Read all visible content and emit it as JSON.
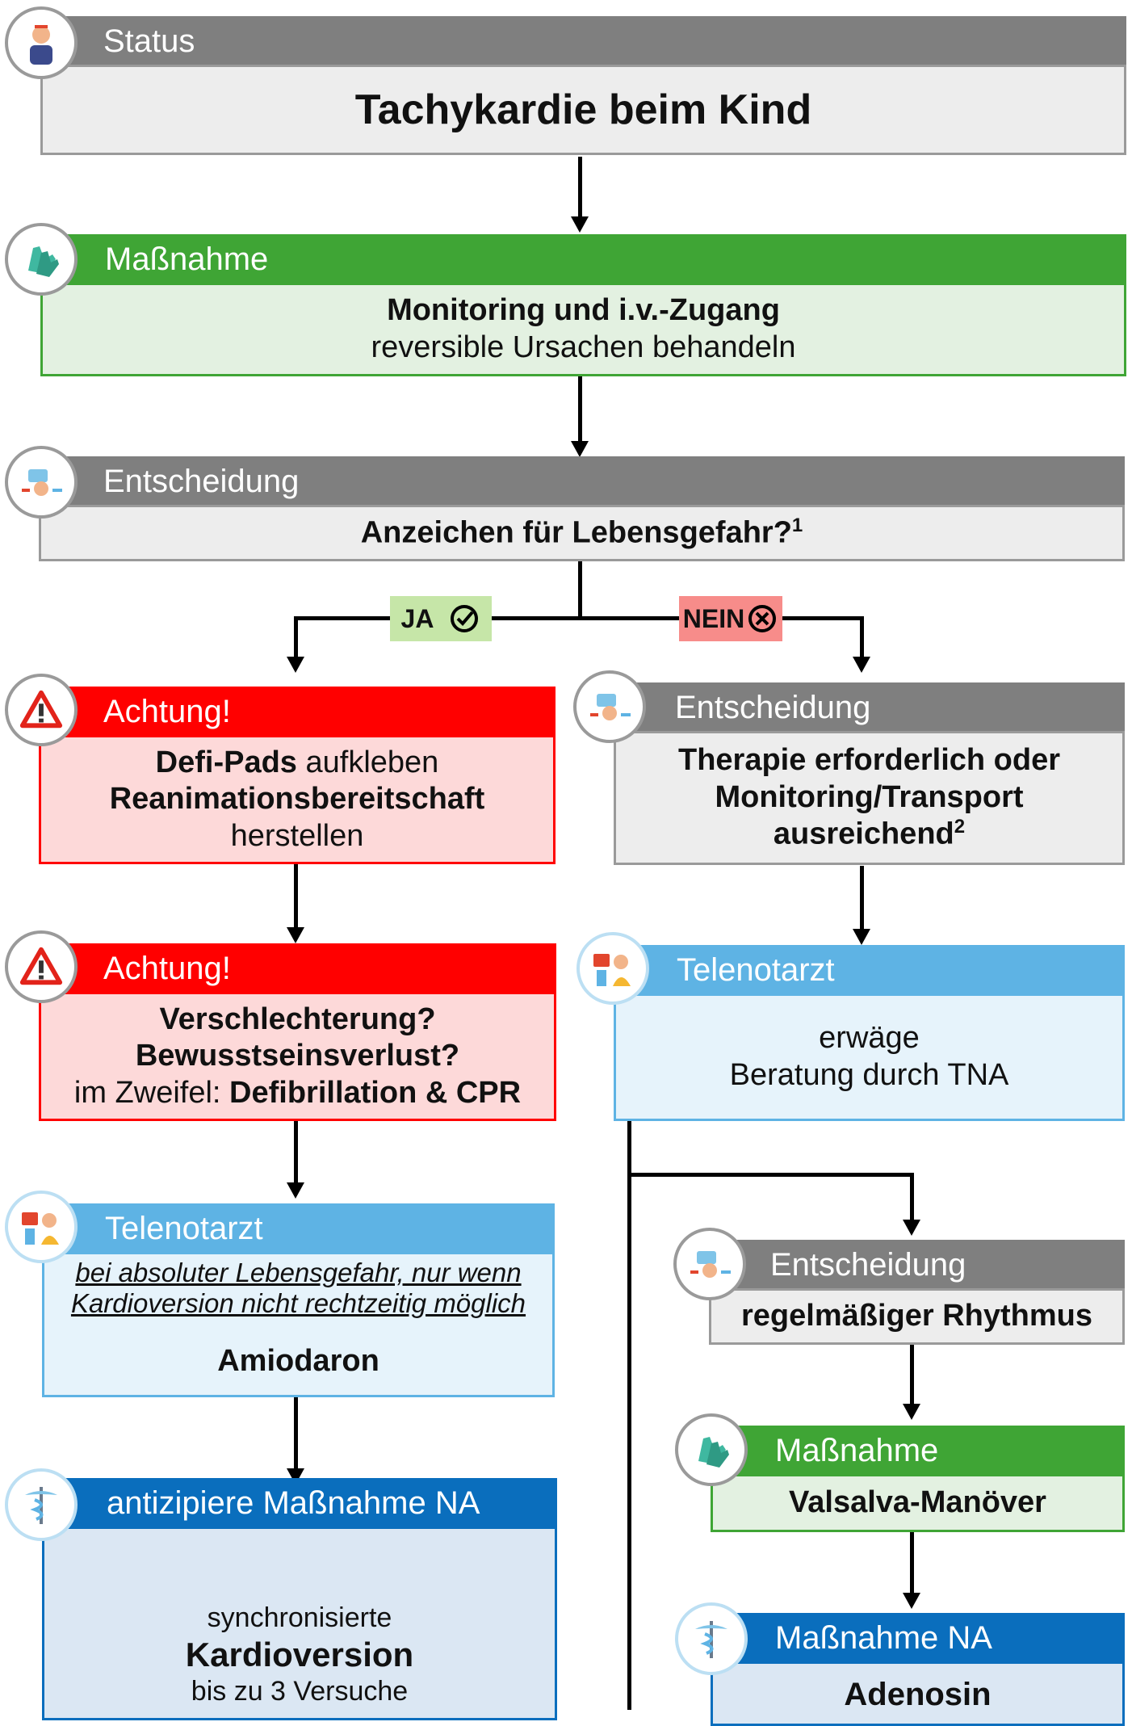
{
  "status": {
    "header": "Status",
    "title": "Tachykardie beim Kind"
  },
  "step1": {
    "header": "Maßnahme",
    "line1": "Monitoring und i.v.-Zugang",
    "line2": "reversible Ursachen behandeln"
  },
  "decision1": {
    "header": "Entscheidung",
    "question": "Anzeichen für Lebensgefahr?",
    "footnote": "1"
  },
  "yes_label": "JA",
  "no_label": "NEIN",
  "warn1": {
    "header": "Achtung!",
    "l1_bold": "Defi-Pads",
    "l1_rest": " aufkleben",
    "l2": "Reanimationsbereitschaft",
    "l3": "herstellen"
  },
  "warn2": {
    "header": "Achtung!",
    "l1": "Verschlechterung?",
    "l2": "Bewusstseinsverlust?",
    "l3_pre": "im Zweifel: ",
    "l3_bold": "Defibrillation & CPR"
  },
  "tele_left": {
    "header": "Telenotarzt",
    "note1": "bei absoluter Lebensgefahr, nur wenn",
    "note2": "Kardioversion nicht rechtzeitig möglich",
    "drug": "Amiodaron"
  },
  "na_left": {
    "header": "antizipiere Maßnahme NA",
    "l1": "synchronisierte",
    "l2": "Kardioversion",
    "l3": "bis zu 3 Versuche"
  },
  "decision2": {
    "header": "Entscheidung",
    "l1": "Therapie erforderlich oder",
    "l2": "Monitoring/Transport",
    "l3": "ausreichend",
    "footnote": "2"
  },
  "tele_right": {
    "header": "Telenotarzt",
    "l1": "erwäge",
    "l2": "Beratung durch TNA"
  },
  "decision3": {
    "header": "Entscheidung",
    "text": "regelmäßiger Rhythmus"
  },
  "step_right": {
    "header": "Maßnahme",
    "text": "Valsalva-Manöver"
  },
  "na_right": {
    "header": "Maßnahme NA",
    "text": "Adenosin"
  },
  "colors": {
    "grey_header": "#7f7f7f",
    "grey_body": "#ededed",
    "green_header": "#3fa535",
    "green_body": "#e3f1e1",
    "red_header": "#ff0000",
    "red_body": "#fdd9d9",
    "lightblue_header": "#5eb3e4",
    "lightblue_body": "#e6f3fb",
    "blue_header": "#0a6ebd",
    "blue_body": "#dbe7f3",
    "yes_bg": "#c6e6a8",
    "no_bg": "#f78c8a"
  },
  "icons": [
    "person-icon",
    "gloves-icon",
    "decision-icon",
    "warning-icon",
    "doctor-icon",
    "caduceus-icon"
  ]
}
